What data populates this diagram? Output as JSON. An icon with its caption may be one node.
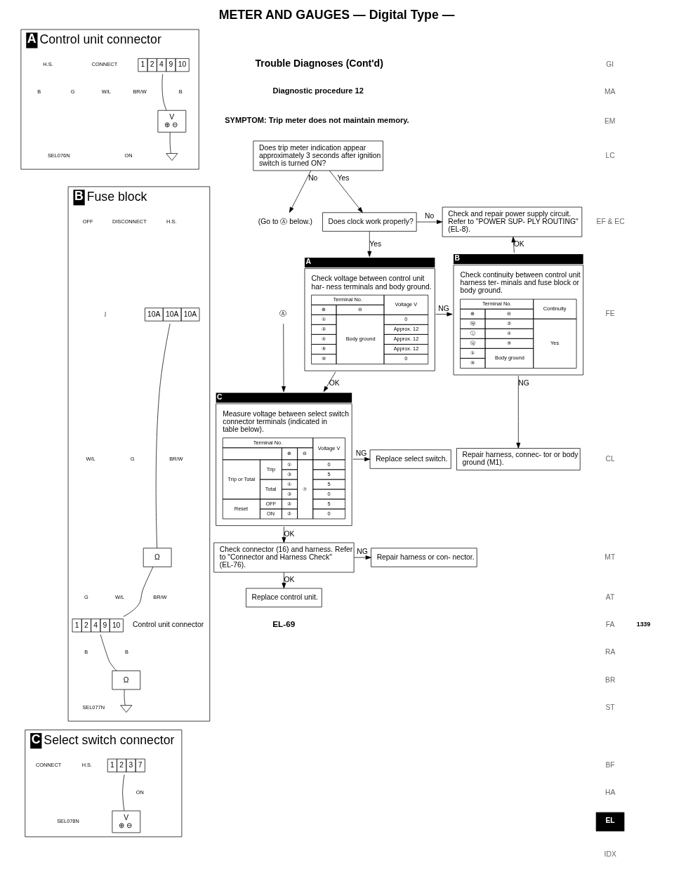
{
  "diagram": {
    "title": "METER AND GAUGES — Digital Type —",
    "nodes": [
      {
        "text": [
          "A",
          "Control unit connector"
        ],
        "beside": [
          "SEL076N"
        ]
      },
      {
        "text": [
          "1",
          "2",
          "4",
          "9",
          "10"
        ],
        "in": 0
      },
      {
        "text": [
          "V",
          "⊕ ⊖"
        ],
        "in": 0
      },
      {
        "text": [],
        "shape": "ground",
        "in": 0
      },
      {
        "text": [
          "B",
          "Fuse block"
        ],
        "beside": [
          "SEL077N"
        ]
      },
      {
        "text": [
          "10A",
          "10A",
          "10A"
        ],
        "in": 4
      },
      {
        "text": [
          "Ω"
        ],
        "in": 4
      },
      {
        "text": [
          "1",
          "2",
          "4",
          "9",
          "10"
        ],
        "in": 4,
        "beside": [
          "Control unit connector"
        ]
      },
      {
        "text": [
          "Ω"
        ],
        "in": 4
      },
      {
        "text": [],
        "shape": "ground",
        "in": 4
      },
      {
        "text": [
          "C",
          "Select switch connector"
        ],
        "beside": [
          "SEL078N"
        ]
      },
      {
        "text": [
          "1",
          "2",
          "3",
          "7"
        ],
        "in": 10
      },
      {
        "text": [
          "V",
          "⊕ ⊖"
        ],
        "in": 10
      },
      {
        "text": [
          "Does trip meter indication appear approximately 3 seconds after ignition switch is turned ON?"
        ]
      },
      {
        "text": [
          "(Go to Ⓐ below.)"
        ]
      },
      {
        "text": [
          "Does clock work properly?"
        ]
      },
      {
        "text": [
          "Check and repair power supply circuit. Refer to \"POWER SUP- PLY ROUTING\" (EL-8)."
        ]
      },
      {
        "text": [
          "A",
          "Check voltage between control unit har- ness terminals and body ground.",
          "Terminal No.",
          "Voltage V",
          "⊕",
          "⊖",
          "①",
          "Body ground",
          "0",
          "②",
          "Approx. 12",
          "④",
          "Approx. 12",
          "⑨",
          "Approx. 12",
          "⑩",
          "0"
        ]
      },
      {
        "text": [
          "B",
          "Check continuity between control unit harness ter- minals and fuse block or body ground.",
          "Terminal No.",
          "Continuity",
          "⊕",
          "⊖",
          "ⓦ",
          "②",
          "Yes",
          "ⓙ",
          "④",
          "ⓤ",
          "⑨",
          "①",
          "Body ground",
          "⑩"
        ]
      },
      {
        "text": [
          "Repair harness, connec- tor or body ground (M1)."
        ]
      },
      {
        "text": [
          "Ⓐ"
        ]
      },
      {
        "text": [
          "Replace select switch."
        ]
      },
      {
        "text": [
          "C",
          "Measure voltage between select switch connector terminals (indicated in table below).",
          "Terminal No.",
          "Voltage V",
          "⊕",
          "⊖",
          "Trip or Total",
          "Trip",
          "①",
          "⑦",
          "0",
          "③",
          "5",
          "Total",
          "①",
          "5",
          "③",
          "0",
          "Reset",
          "OFF",
          "②",
          "5",
          "ON",
          "②",
          "0"
        ]
      },
      {
        "text": [
          "Check connector (16) and harness. Refer to \"Connector and Harness Check\" (EL-76)."
        ]
      },
      {
        "text": [
          "Repair harness or con- nector."
        ]
      },
      {
        "text": [
          "Replace control unit."
        ]
      }
    ],
    "edges": [
      {
        "from": 1,
        "to": 2,
        "arrow": "none"
      },
      {
        "from": 2,
        "to": 3,
        "arrow": "none"
      },
      {
        "from": 5,
        "to": 6,
        "arrow": "none"
      },
      {
        "from": 6,
        "to": 7,
        "arrow": "none"
      },
      {
        "from": 7,
        "to": 8,
        "arrow": "none"
      },
      {
        "from": 8,
        "to": 9,
        "arrow": "none"
      },
      {
        "from": 11,
        "to": 12,
        "arrow": "none"
      },
      {
        "from": 13,
        "to": 14,
        "arrow": "to",
        "label": "No"
      },
      {
        "from": 13,
        "to": 15,
        "arrow": "to",
        "label": "Yes"
      },
      {
        "from": 15,
        "to": 16,
        "arrow": "to",
        "label": "No"
      },
      {
        "from": 15,
        "to": 17,
        "arrow": "to",
        "label": "Yes"
      },
      {
        "from": 18,
        "to": 16,
        "arrow": "to",
        "label": "OK"
      },
      {
        "from": 17,
        "to": 18,
        "arrow": "to",
        "label": "NG"
      },
      {
        "from": 17,
        "to": 22,
        "arrow": "to",
        "label": "OK"
      },
      {
        "from": 18,
        "to": 19,
        "arrow": "to",
        "label": "NG"
      },
      {
        "from": 20,
        "to": 22,
        "arrow": "to"
      },
      {
        "from": 22,
        "to": 21,
        "arrow": "to",
        "label": "NG"
      },
      {
        "from": 22,
        "to": 23,
        "arrow": "to",
        "label": "OK"
      },
      {
        "from": 23,
        "to": 24,
        "arrow": "to",
        "label": "NG"
      },
      {
        "from": 23,
        "to": 25,
        "arrow": "to",
        "label": "OK"
      }
    ],
    "labels": [
      "Trouble Diagnoses (Cont'd)",
      "Diagnostic procedure 12",
      "SYMPTOM: Trip meter does not maintain memory.",
      "CONNECT",
      "H.S.",
      "B",
      "BR/W",
      "W/L",
      "G",
      "B",
      "ON",
      "H.S.",
      "DISCONNECT",
      "OFF",
      "j",
      "BR/W",
      "G",
      "W/L",
      "BR/W",
      "W/L",
      "G",
      "B",
      "B",
      "H.S.",
      "CONNECT",
      "ON",
      "GI",
      "MA",
      "EM",
      "LC",
      "EF & EC",
      "FE",
      "CL",
      "MT",
      "AT",
      "FA",
      "RA",
      "BR",
      "ST",
      "BF",
      "HA",
      "EL",
      "IDX",
      "EL-69",
      "1339"
    ]
  }
}
